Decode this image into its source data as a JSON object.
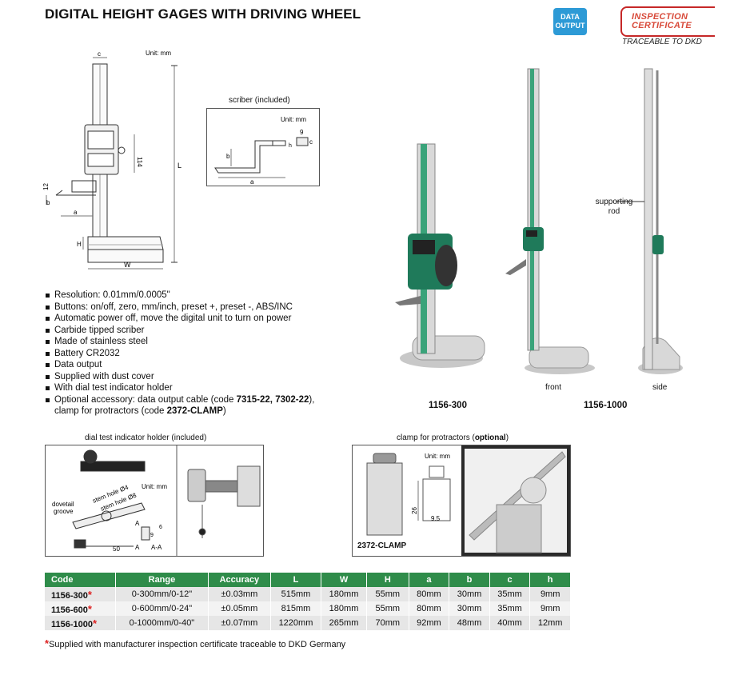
{
  "title": "DIGITAL HEIGHT GAGES WITH DRIVING WHEEL",
  "badge_data": {
    "line1": "DATA",
    "line2": "OUTPUT"
  },
  "certificate": {
    "line1": "INSPECTION",
    "line2": "CERTIFICATE",
    "line3": "TRACEABLE TO DKD"
  },
  "drawing": {
    "unit": "Unit: mm",
    "labels": {
      "c": "c",
      "dim114": "114",
      "L": "L",
      "dim12": "12",
      "b": "b",
      "a": "a",
      "H": "H",
      "W": "W"
    }
  },
  "scriber": {
    "caption": "scriber (included)",
    "unit": "Unit: mm",
    "labels": {
      "b": "b",
      "a": "a",
      "h": "h",
      "dim9": "9",
      "c": "c"
    }
  },
  "photos": {
    "supporting_rod": "supporting rod",
    "front": "front",
    "side": "side",
    "model_300": "1156-300",
    "model_1000": "1156-1000"
  },
  "features": [
    "Resolution: 0.01mm/0.0005\"",
    "Buttons: on/off, zero, mm/inch, preset +, preset -, ABS/INC",
    "Automatic power off, move the digital unit to turn on power",
    "Carbide tipped scriber",
    "Made of stainless steel",
    "Battery CR2032",
    "Data output",
    "Supplied with dust cover",
    "With dial test indicator holder"
  ],
  "optional_accessory": {
    "prefix": "Optional accessory: data output cable (code ",
    "codes": "7315-22, 7302-22",
    "suffix": "),",
    "line2_prefix": "clamp for protractors (code ",
    "clamp_code": "2372-CLAMP",
    "line2_suffix": ")"
  },
  "dial_holder": {
    "caption": "dial test indicator holder (included)",
    "unit": "Unit: mm",
    "dovetail": "dovetail",
    "groove": "groove",
    "stem4": "stem hole Ø4",
    "stem8": "stem hole Ø8",
    "A1": "A",
    "A2": "A",
    "dim50": "50",
    "dim9": "9",
    "dim6": "6",
    "AA": "A-A"
  },
  "clamp": {
    "caption_prefix": "clamp for protractors (",
    "caption_bold": "optional",
    "caption_suffix": ")",
    "unit": "Unit: mm",
    "dim26": "26",
    "dim95": "9.5",
    "code": "2372-CLAMP"
  },
  "table": {
    "headers": [
      "Code",
      "Range",
      "Accuracy",
      "L",
      "W",
      "H",
      "a",
      "b",
      "c",
      "h"
    ],
    "rows": [
      [
        "1156-300",
        "0-300mm/0-12\"",
        "±0.03mm",
        "515mm",
        "180mm",
        "55mm",
        "80mm",
        "30mm",
        "35mm",
        "9mm"
      ],
      [
        "1156-600",
        "0-600mm/0-24\"",
        "±0.05mm",
        "815mm",
        "180mm",
        "55mm",
        "80mm",
        "30mm",
        "35mm",
        "9mm"
      ],
      [
        "1156-1000",
        "0-1000mm/0-40\"",
        "±0.07mm",
        "1220mm",
        "265mm",
        "70mm",
        "92mm",
        "48mm",
        "40mm",
        "12mm"
      ]
    ],
    "star": "*"
  },
  "footnote": {
    "star": "*",
    "text": "Supplied with manufacturer inspection certificate traceable to DKD Germany"
  },
  "colors": {
    "header_green": "#2f8c4a",
    "badge_blue": "#2d9ad6",
    "cert_red": "#c62828",
    "star_red": "#d22222"
  }
}
